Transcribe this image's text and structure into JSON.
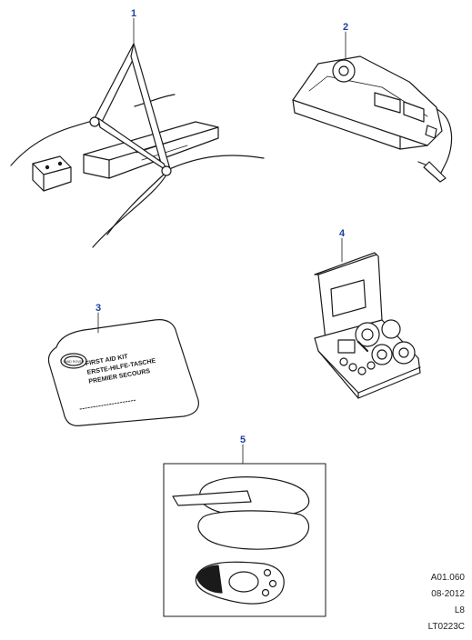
{
  "callouts": [
    "1",
    "2",
    "3",
    "4",
    "5"
  ],
  "kit_label": {
    "line1": "FIRST AID KIT",
    "line2": "ERSTE-HILFE-TASCHE",
    "line3": "PREMIER SECOURS"
  },
  "badge_text": "LAND ROVER",
  "codes": [
    "A01.060",
    "08-2012",
    "L8",
    "LT0223C"
  ],
  "colors": {
    "callout": "#1b3fa0",
    "ink": "#1a1a1a"
  }
}
